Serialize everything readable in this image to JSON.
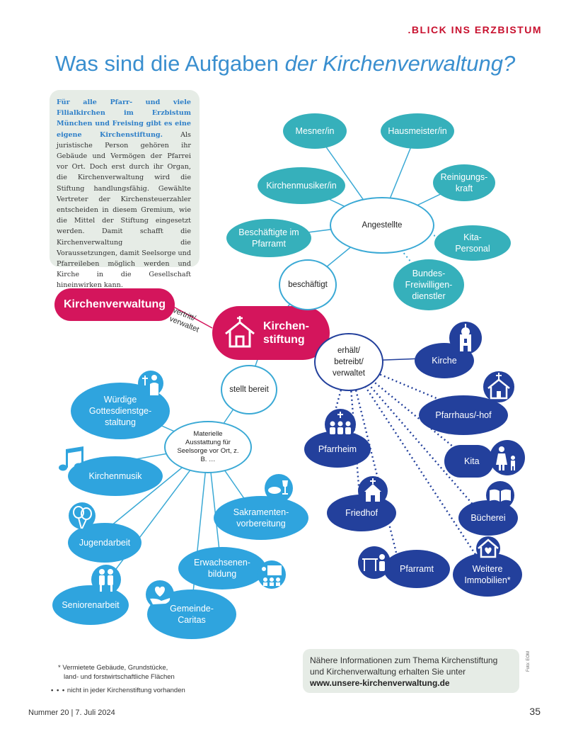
{
  "header": {
    "kicker": ".BLICK INS ERZBISTUM"
  },
  "title": {
    "part1": "Was sind die Aufgaben ",
    "part2": "der Kirchenverwaltung?"
  },
  "intro": {
    "highlight": "Für alle Pfarr- und viele Filialkirchen im Erzbistum München und Freising gibt es eine eigene Kirchenstiftung.",
    "text": " Als juristische Person gehören ihr Gebäude und Vermögen der Pfarrei vor Ort. Doch erst durch ihr Organ, die Kirchenverwaltung wird die Stiftung handlungsfähig. Gewählte Vertreter der Kirchensteuerzahler entscheiden in diesem Gremium, wie die Mittel der Stiftung eingesetzt werden. Damit schafft die Kirchenverwaltung die Voraussetzungen, damit Seelsorge und Pfarreileben möglich werden und Kirche in die Gesellschaft hineinwirken kann."
  },
  "center": {
    "kirchenverwaltung": "Kirchenverwaltung",
    "edge_label_1": "vertritt/",
    "edge_label_2": "verwaltet",
    "kirchenstiftung_1": "Kirchen-",
    "kirchenstiftung_2": "stiftung"
  },
  "hubs": {
    "beschaeftigt": "beschäftigt",
    "angestellte": "Angestellte",
    "stellt_bereit": "stellt bereit",
    "materielle": "Materielle Ausstattung für Seelsorge vor Ort, z. B. …",
    "erhaelt": "erhält/ betreibt/ verwaltet"
  },
  "staff": [
    "Mesner/in",
    "Hausmeister/in",
    "Kirchenmusiker/in",
    "Reinigungs- kraft",
    "Beschäftigte im Pfarramt",
    "Kita- Personal",
    "Bundes- Freiwilligen- dienstler"
  ],
  "provisions": [
    "Würdige Gottesdienstge- staltung",
    "Kirchenmusik",
    "Jugendarbeit",
    "Sakramenten- vorbereitung",
    "Erwachsenen- bildung",
    "Seniorenarbeit",
    "Gemeinde- Caritas"
  ],
  "properties": [
    "Kirche",
    "Pfarrhaus/-hof",
    "Pfarrheim",
    "Kita",
    "Friedhof",
    "Bücherei",
    "Pfarramt",
    "Weitere Immobilien*"
  ],
  "footnotes": {
    "line1": "* Vermietete Gebäude, Grundstücke,",
    "line2": "land- und forstwirtschaftliche Flächen",
    "line3": "nicht in jeder Kirchenstiftung vorhanden"
  },
  "infobar": {
    "text": "Nähere Informationen zum Thema Kirchenstiftung und Kirchenverwaltung erhalten Sie unter",
    "url": "www.unsere-kirchenverwaltung.de"
  },
  "footer": {
    "issue": "Nummer 20 | 7. Juli 2024",
    "page": "35",
    "photo": "Foto: EOM"
  },
  "colors": {
    "pink": "#d4155c",
    "teal": "#36b0bb",
    "light_blue": "#2fa4de",
    "navy": "#23409c",
    "title_blue": "#3a8fcf"
  }
}
